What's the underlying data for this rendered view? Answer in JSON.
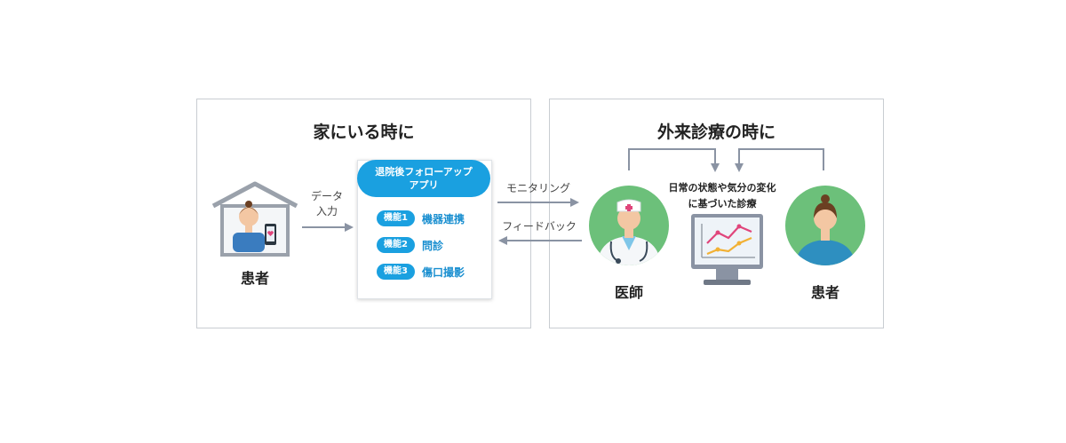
{
  "home_panel": {
    "title": "家にいる時に",
    "patient_label": "患者",
    "data_input_label_line1": "データ",
    "data_input_label_line2": "入力"
  },
  "app": {
    "title_line1": "退院後フォローアップ",
    "title_line2": "アプリ",
    "features": [
      {
        "tag": "機能1",
        "name": "機器連携"
      },
      {
        "tag": "機能2",
        "name": "問診"
      },
      {
        "tag": "機能3",
        "name": "傷口撮影"
      }
    ]
  },
  "links": {
    "monitoring": "モニタリング",
    "feedback": "フィードバック"
  },
  "clinic_panel": {
    "title": "外来診療の時に",
    "doctor_label": "医師",
    "patient_label": "患者",
    "caption_line1": "日常の状態や気分の変化",
    "caption_line2": "に基づいた診療"
  },
  "colors": {
    "accent_blue": "#1aa0e0",
    "avatar_green": "#6cc07a",
    "arrow_gray": "#8a93a3",
    "border_gray": "#c9cdd2"
  }
}
